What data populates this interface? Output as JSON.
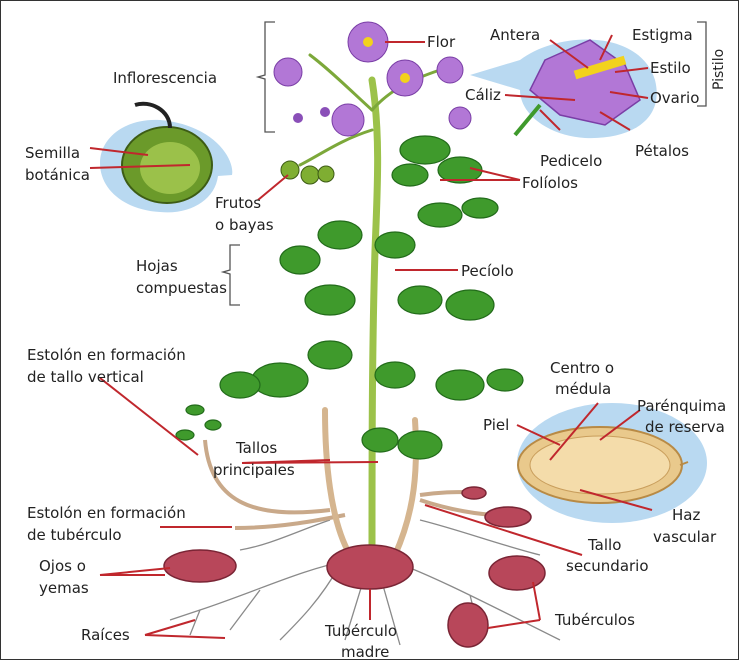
{
  "diagram": {
    "labels": {
      "flor": "Flor",
      "inflorescencia": "Inflorescencia",
      "antera": "Antera",
      "estigma": "Estigma",
      "estilo": "Estilo",
      "ovario": "Ovario",
      "caliz": "Cáliz",
      "pistilo": "Pistilo",
      "pedicelo": "Pedicelo",
      "petalos": "Pétalos",
      "foliolos": "Folíolos",
      "semilla_1": "Semilla",
      "semilla_2": "botánica",
      "frutos_1": "Frutos",
      "frutos_2": "o bayas",
      "hojas_1": "Hojas",
      "hojas_2": "compuestas",
      "peciolo": "Pecíolo",
      "estolon_v_1": "Estolón en formación",
      "estolon_v_2": "de tallo vertical",
      "centro_1": "Centro o",
      "centro_2": "médula",
      "parenquima_1": "Parénquima",
      "parenquima_2": "de reserva",
      "piel": "Piel",
      "tallos_1": "Tallos",
      "tallos_2": "principales",
      "estolon_t_1": "Estolón en formación",
      "estolon_t_2": "de tubérculo",
      "haz_1": "Haz",
      "haz_2": "vascular",
      "tallo_sec_1": "Tallo",
      "tallo_sec_2": "secundario",
      "ojos_1": "Ojos o",
      "ojos_2": "yemas",
      "raices": "Raíces",
      "tuberculos": "Tubérculos",
      "madre_1": "Tubérculo",
      "madre_2": "madre"
    },
    "colors": {
      "leader": "#c0272d",
      "leaf": "#3f9a2c",
      "leaf_dark": "#226b1a",
      "stem": "#9cc24a",
      "flower": "#b277d6",
      "tuber": "#b8475a",
      "callout": "#b9d9f1",
      "root": "#8a8a8a"
    }
  }
}
